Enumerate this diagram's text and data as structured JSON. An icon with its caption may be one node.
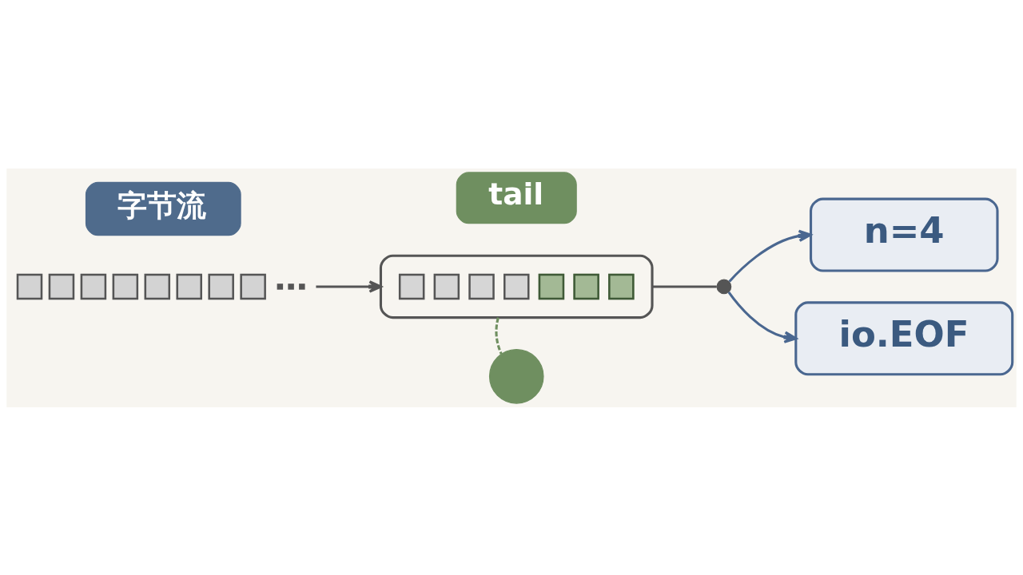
{
  "diagram": {
    "nodes": [
      {
        "text": [
          "字节流"
        ]
      },
      {
        "text": [],
        "shape": "bar"
      },
      {
        "text": [],
        "shape": "box"
      },
      {
        "text": [
          "tail"
        ]
      },
      {
        "text": [],
        "shape": "circle"
      },
      {
        "text": [],
        "shape": "circle"
      },
      {
        "text": [
          "n=4"
        ]
      },
      {
        "text": [
          "io.EOF"
        ]
      }
    ],
    "edges": [
      {
        "from": 1,
        "to": 2,
        "arrow": "to"
      },
      {
        "from": 2,
        "to": 4,
        "arrow": "none",
        "style": "dashed",
        "color": "#6f8f60"
      },
      {
        "from": 2,
        "to": 5,
        "arrow": "none"
      },
      {
        "from": 5,
        "to": 6,
        "arrow": "to",
        "color": "#4a6790"
      },
      {
        "from": 5,
        "to": 7,
        "arrow": "to",
        "color": "#4a6790"
      }
    ]
  }
}
